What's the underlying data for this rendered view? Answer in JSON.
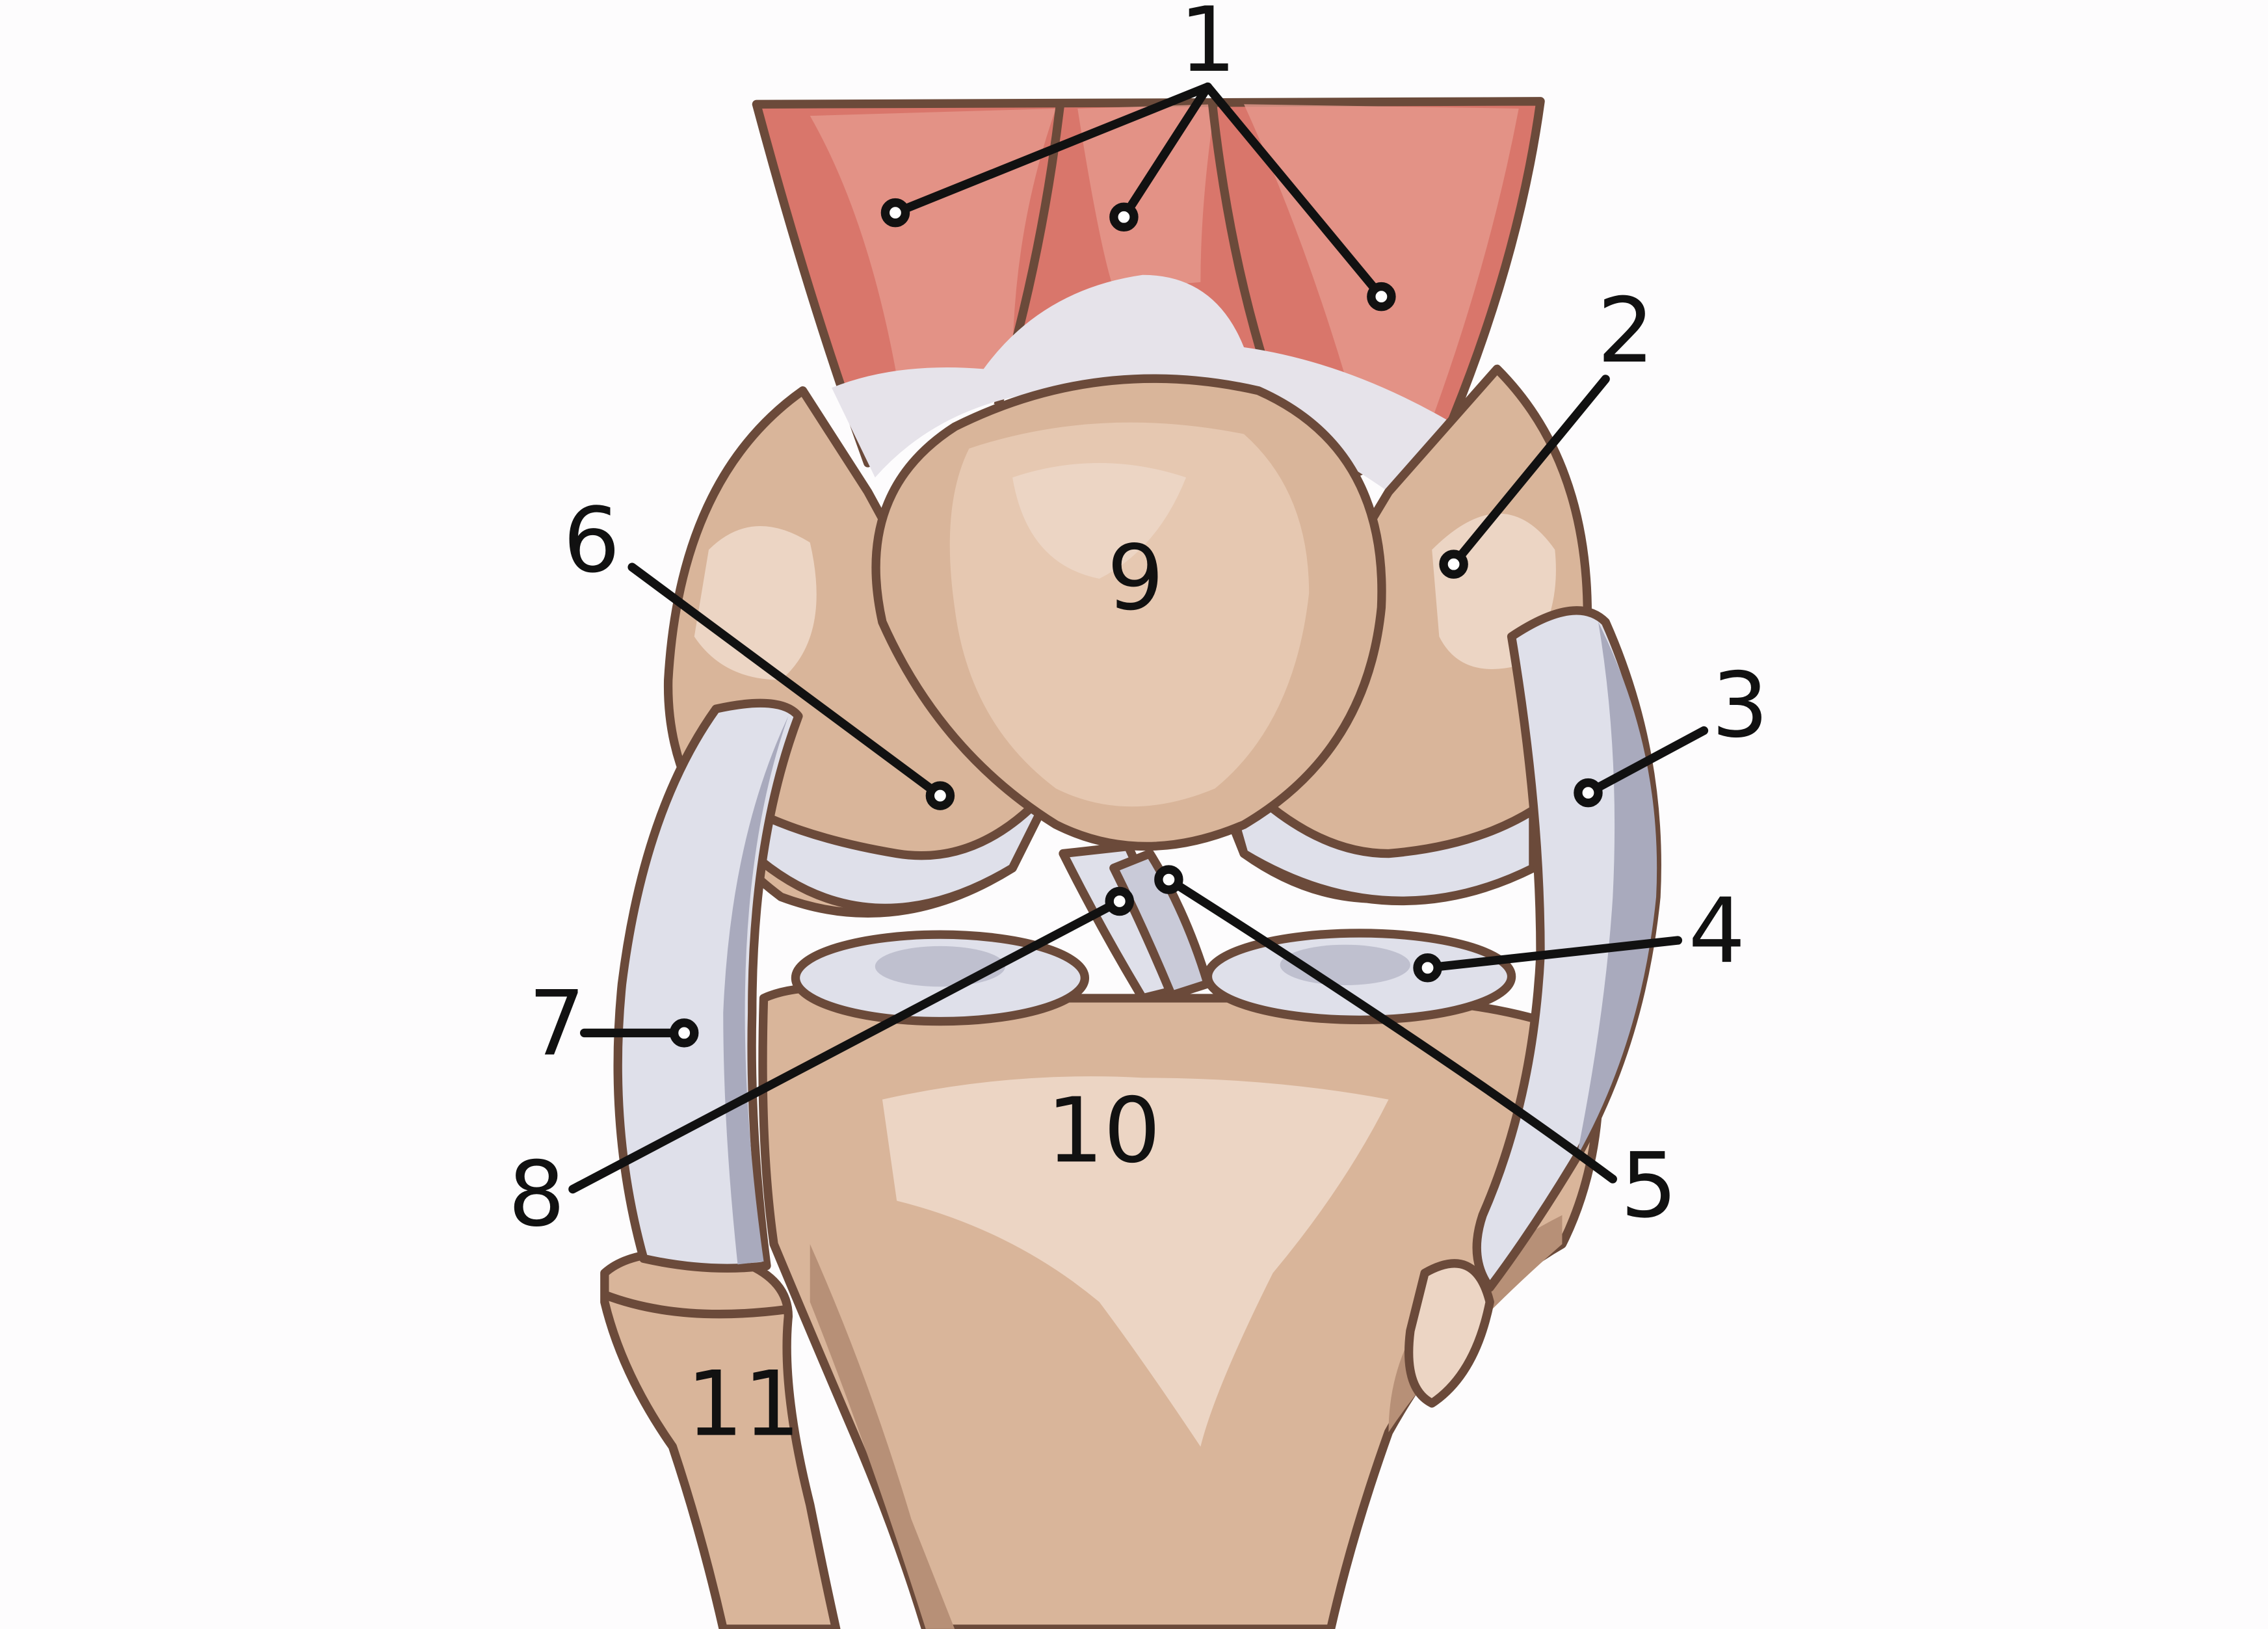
{
  "colors": {
    "background": "#fdfcfd",
    "muscle": "#d9766b",
    "muscle_light": "#e59a8d",
    "bone": "#d9b59a",
    "bone_light": "#ecd5c4",
    "bone_shadow": "#b79077",
    "ligament": "#dfe0ea",
    "ligament_shadow": "#a9aabd",
    "cartilage": "#ffffff"
  },
  "labels": [
    {
      "id": "1",
      "text": "1"
    },
    {
      "id": "2",
      "text": "2"
    },
    {
      "id": "3",
      "text": "3"
    },
    {
      "id": "4",
      "text": "4"
    },
    {
      "id": "5",
      "text": "5"
    },
    {
      "id": "6",
      "text": "6"
    },
    {
      "id": "7",
      "text": "7"
    },
    {
      "id": "8",
      "text": "8"
    },
    {
      "id": "9",
      "text": "9"
    },
    {
      "id": "10",
      "text": "10"
    },
    {
      "id": "11",
      "text": "11"
    }
  ]
}
